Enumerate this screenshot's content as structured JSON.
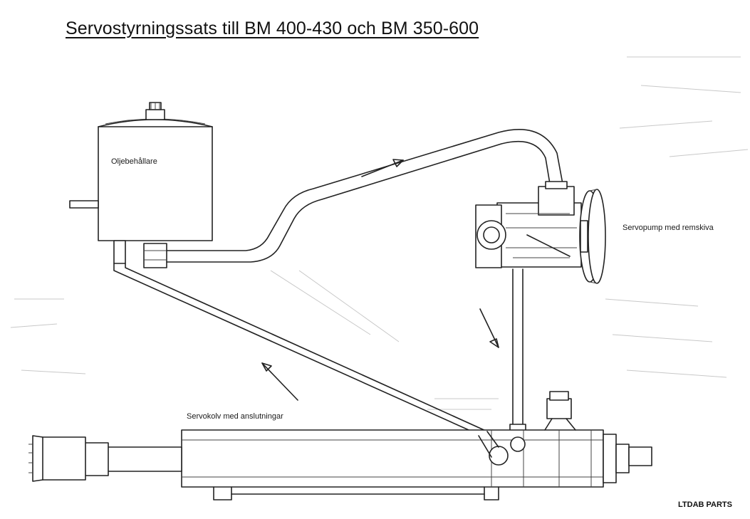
{
  "title": "Servostyrningssats till BM 400-430 och BM 350-600",
  "labels": {
    "reservoir": "Oljebehållare",
    "pump": "Servopump med remskiva",
    "cylinder": "Servokolv med anslutningar"
  },
  "brand": "LTDAB PARTS",
  "colors": {
    "line": "#222222",
    "background": "#ffffff"
  }
}
